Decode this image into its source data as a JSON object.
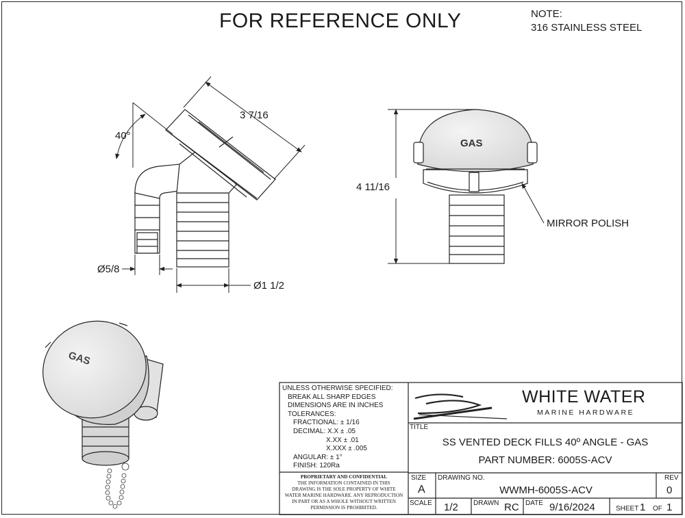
{
  "header": {
    "title": "FOR REFERENCE ONLY",
    "note_label": "NOTE:",
    "note_text": "316 STAINLESS STEEL"
  },
  "dimensions": {
    "overall_length": "3 7/16",
    "angle": "40°",
    "height": "4 11/16",
    "hose_barb_dia": "Ø5/8",
    "thread_dia": "Ø1 1/2",
    "finish_callout": "MIRROR POLISH"
  },
  "cap_label": "GAS",
  "title_block": {
    "spec_lines": [
      "UNLESS OTHERWISE SPECIFIED:",
      "BREAK ALL SHARP EDGES",
      "DIMENSIONS ARE IN INCHES",
      "TOLERANCES:",
      "FRACTIONAL: ± 1/16",
      "DECIMAL: X.X ± .05",
      "X.XX ± .01",
      "X.XXX ± .005",
      "ANGULAR: ± 1°",
      "FINISH: 120Ra"
    ],
    "company_name": "WHITE WATER",
    "company_sub": "MARINE HARDWARE",
    "title_label": "TITLE",
    "title_line1": "SS VENTED DECK FILLS 40º ANGLE - GAS",
    "title_line2": "PART NUMBER: 6005S-ACV",
    "proprietary_heading": "PROPRIETARY AND CONFIDENTIAL",
    "proprietary_lines": [
      "THE INFORMATION CONTAINED IN THIS",
      "DRAWING IS THE SOLE PROPERTY OF WHITE",
      "WATER MARINE HARDWARE. ANY REPRODUCTION",
      "IN PART OR AS A WHOLE WITHOUT WRITTEN",
      "PERMISSION IS PROHIBITED."
    ],
    "size_label": "SIZE",
    "size_value": "A",
    "drawing_no_label": "DRAWING NO.",
    "drawing_no_value": "WWMH-6005S-ACV",
    "rev_label": "REV",
    "rev_value": "0",
    "scale_label": "SCALE",
    "scale_value": "1/2",
    "drawn_label": "DRAWN",
    "drawn_value": "RC",
    "date_label": "DATE",
    "date_value": "9/16/2024",
    "sheet_label": "SHEET",
    "sheet_value": "1",
    "of_label": "OF",
    "of_value": "1"
  }
}
